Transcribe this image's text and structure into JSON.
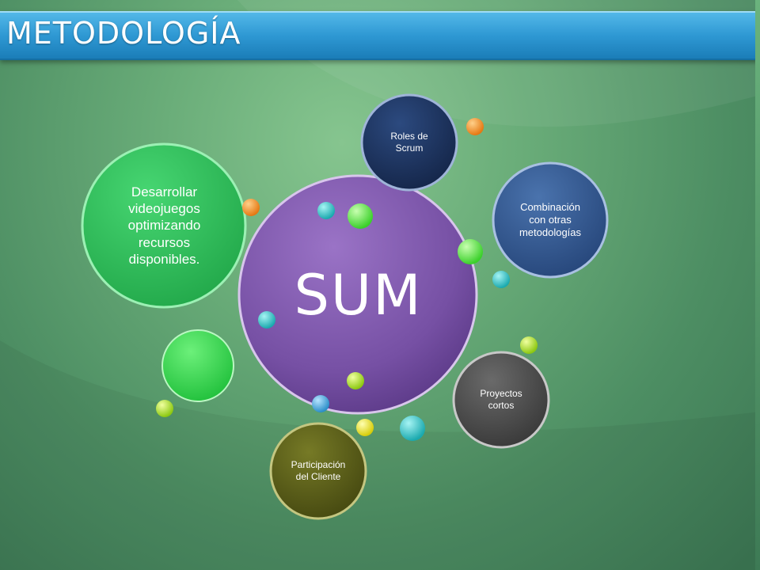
{
  "header": {
    "title": "METODOLOGÍA"
  },
  "diagram": {
    "center": "SUM",
    "nodes": [
      {
        "id": "roles",
        "label": "Roles de\nScrum",
        "color": "#1d3461"
      },
      {
        "id": "combinacion",
        "label": "Combinación\ncon otras\nmetodologías",
        "color": "#31568f"
      },
      {
        "id": "proyectos",
        "label": "Proyectos\ncortos",
        "color": "#4a4a4a"
      },
      {
        "id": "participacion",
        "label": "Participación\ndel Cliente",
        "color": "#585c14"
      },
      {
        "id": "desarrollar",
        "label": "Desarrollar\nvideojuegos\noptimizando\nrecursos\ndisponibles.",
        "color": "#2fbf5c"
      }
    ],
    "colors": {
      "center": "#7b52a8",
      "accent_green": "#2fc84c",
      "orange": "#f08a18",
      "teal": "#2bbfc0",
      "lime": "#a8d820",
      "yellow": "#e8e020",
      "background": "#5a9d6c",
      "title_bar": "#2e98d3"
    }
  }
}
